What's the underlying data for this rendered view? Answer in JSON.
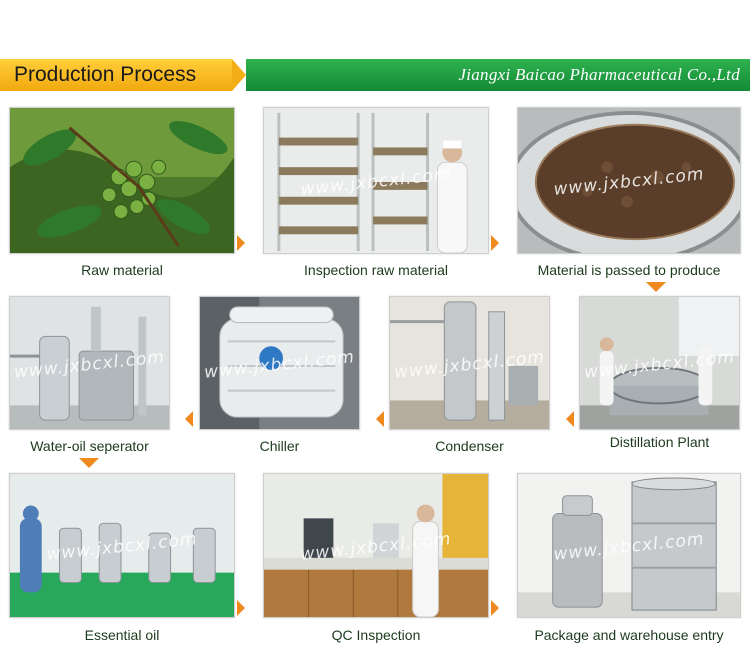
{
  "header": {
    "title": "Production Process",
    "company": "Jiangxi Baicao Pharmaceutical Co.,Ltd"
  },
  "watermark": "www.jxbcxl.com",
  "steps": [
    {
      "label": "Raw material"
    },
    {
      "label": "Inspection raw material"
    },
    {
      "label": "Material is passed to produce"
    },
    {
      "label": "Distillation Plant"
    },
    {
      "label": "Condenser"
    },
    {
      "label": "Chiller"
    },
    {
      "label": "Water-oil seperator"
    },
    {
      "label": "Essential oil"
    },
    {
      "label": "QC Inspection"
    },
    {
      "label": "Package and warehouse entry"
    }
  ],
  "colors": {
    "accent_yellow": "#f7b81e",
    "accent_green": "#1e9a3e",
    "arrow": "#f08a1e"
  }
}
